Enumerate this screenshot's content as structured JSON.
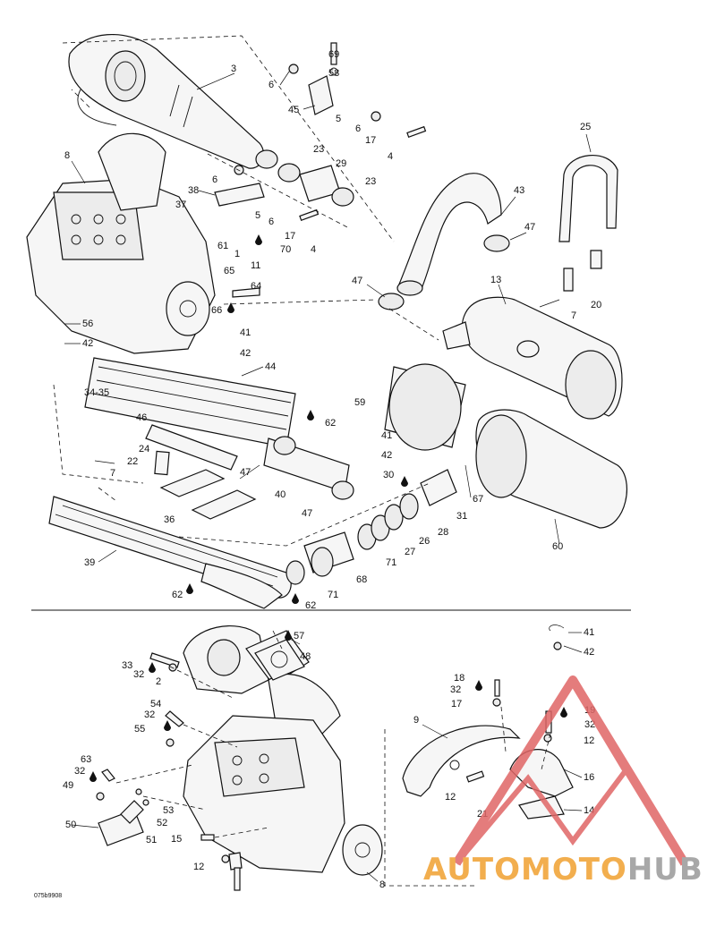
{
  "diagram_code": "075b9908",
  "colors": {
    "line": "#111111",
    "watermark_red": "#e06666",
    "watermark_orange": "#f0a030"
  },
  "watermark": {
    "part1": "AUTO",
    "part2": "MOTO",
    "part3": "HUB"
  },
  "labels": {
    "l69": "69",
    "l58": "58",
    "l6a": "6",
    "l3": "3",
    "l45": "45",
    "l5a": "5",
    "l6b": "6",
    "l17a": "17",
    "l4a": "4",
    "l25": "25",
    "l23a": "23",
    "l29": "29",
    "l23b": "23",
    "l8a": "8",
    "l38": "38",
    "l6c": "6",
    "l37": "37",
    "l5b": "5",
    "l6d": "6",
    "l4b": "4",
    "l17b": "17",
    "l70": "70",
    "l61": "61",
    "l1": "1",
    "l11": "11",
    "l43": "43",
    "l47a": "47",
    "l65": "65",
    "l64": "64",
    "l66": "66",
    "l47b": "47",
    "l13": "13",
    "l20": "20",
    "l7a": "7",
    "l56": "56",
    "l42a": "42",
    "l41a": "41",
    "l42b": "42",
    "l44": "44",
    "l34_35": "34-35",
    "l59": "59",
    "l62a": "62",
    "l41b": "41",
    "l42c": "42",
    "l46": "46",
    "l22": "22",
    "l24": "24",
    "l7b": "7",
    "l47c": "47",
    "l30": "30",
    "l40": "40",
    "l67": "67",
    "l31": "31",
    "l36": "36",
    "l47d": "47",
    "l28": "28",
    "l26": "26",
    "l27": "27",
    "l39": "39",
    "l71a": "71",
    "l68": "68",
    "l60": "60",
    "l62b": "62",
    "l71b": "71",
    "l62c": "62",
    "l57": "57",
    "l48": "48",
    "l33": "33",
    "l32a": "32",
    "l2": "2",
    "l54": "54",
    "l32b": "32",
    "l55": "55",
    "l41c": "41",
    "l42d": "42",
    "l18": "18",
    "l32c": "32",
    "l17c": "17",
    "l19": "19",
    "l32d": "32",
    "l9": "9",
    "l12a": "12",
    "l63": "63",
    "l32e": "32",
    "l49": "49",
    "l53": "53",
    "l52": "52",
    "l50": "50",
    "l51": "51",
    "l16": "16",
    "l12b": "12",
    "l21": "21",
    "l14": "14",
    "l15": "15",
    "l12c": "12",
    "l8b": "8"
  }
}
